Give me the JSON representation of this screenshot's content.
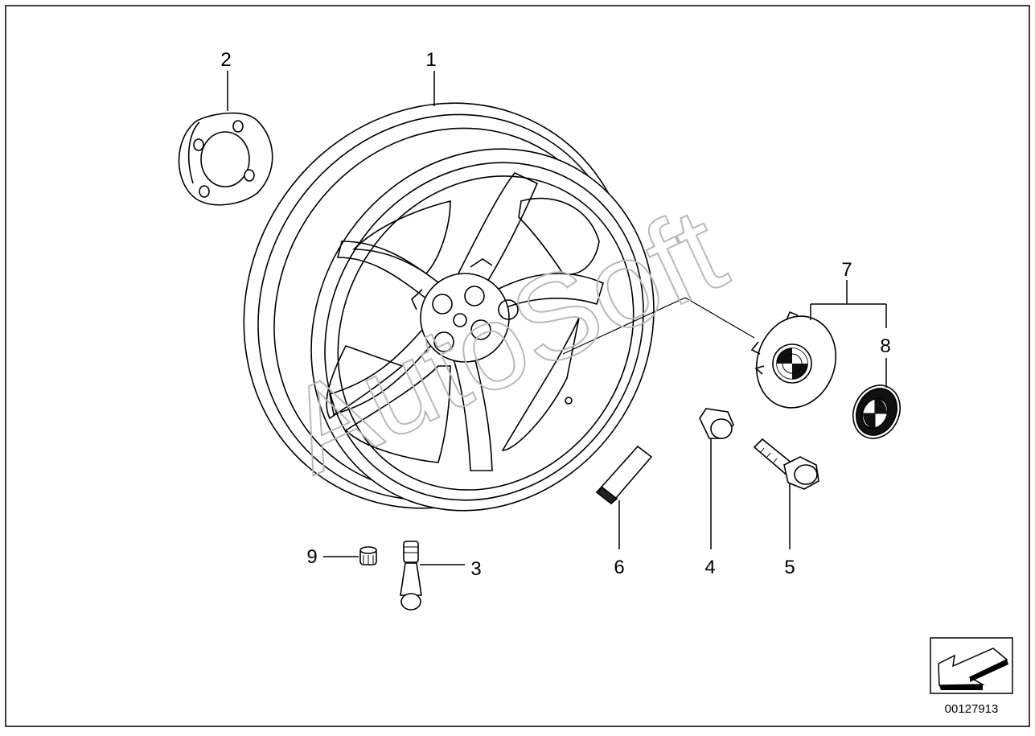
{
  "callouts": {
    "c1": "1",
    "c2": "2",
    "c3": "3",
    "c4": "4",
    "c5": "5",
    "c6": "6",
    "c7": "7",
    "c8": "8",
    "c9": "9"
  },
  "watermark": "AutoSoft",
  "diagram_id": "00127913",
  "colors": {
    "line": "#000000",
    "paper": "#ffffff",
    "watermark": "#b8b8b8"
  }
}
